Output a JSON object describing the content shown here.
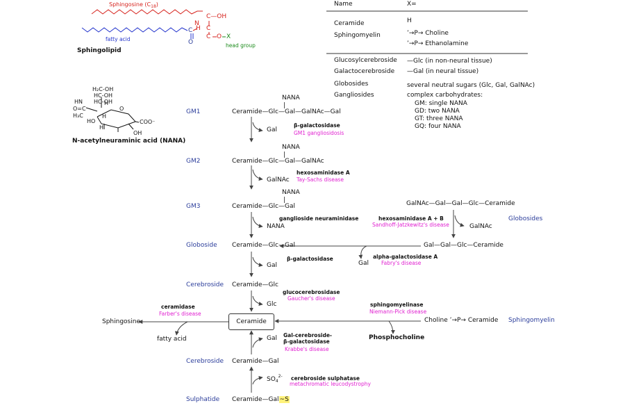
{
  "sphingolipid": {
    "sphingosine_label": "Sphingosine (C",
    "sphingosine_sub": "18",
    "sphingosine_close": ")",
    "c1": "C",
    "oh1": "OH",
    "hn": "HN",
    "h": "H",
    "c2": "C",
    "c3": "C",
    "ox": "O",
    "x": "X",
    "carbonyl_c": "C",
    "carbonyl_o": "O",
    "fatty_acid": "fatty acid",
    "head_group": "head group",
    "title": "Sphingolipid"
  },
  "nana": {
    "h3c_oh": "H₂C-OH",
    "hc_oh1": "HC-OH",
    "hc_oh2": "HC-OH",
    "hn": "HN",
    "oc": "O=C",
    "h3c": "H₃C",
    "ho": "HO",
    "h1": "H",
    "h2": "H",
    "h3": "H",
    "o": "O",
    "coo": "COO⁻",
    "oh": "OH",
    "title": "N-acetylneuraminic acid (NANA)"
  },
  "table": {
    "col_name": "Name",
    "col_x": "X=",
    "rows": [
      {
        "name": "Ceramide",
        "x": "H"
      },
      {
        "name": "Sphingomyelin",
        "x": "’→P→ Choline"
      },
      {
        "name": "",
        "x": "’→P→ Ethanolamine"
      },
      {
        "name": "Glucosylcerebroside",
        "x": "—Glc    (in non-neural tissue)"
      },
      {
        "name": "Galactocerebroside",
        "x": "—Gal    (in neural tissue)"
      },
      {
        "name": "Globosides",
        "x": "several neutral sugars (Glc, Gal, GalNAc)"
      },
      {
        "name": "Gangliosides",
        "x": "complex carbohydrates:"
      }
    ],
    "gangliosides": [
      "GM: single NANA",
      "GD: two NANA",
      "GT: three NANA",
      "GQ: four NANA"
    ]
  },
  "pathway": {
    "labels": {
      "gm1": "GM1",
      "gm2": "GM2",
      "gm3": "GM3",
      "globoside": "Globoside",
      "cerebroside1": "Cerebroside",
      "cerebroside2": "Cerebroside",
      "sulphatide": "Sulphatide",
      "globosides_right": "Globosides",
      "sphingomyelin_right": "Sphingomyelin"
    },
    "gm1": {
      "chain": "Ceramide—Glc—Gal—GalNAc—Gal",
      "nana": "NANA"
    },
    "gm1_step": {
      "removed": "Gal",
      "enzyme": "β-galactosidase",
      "disease": "GM1 gangliosidosis"
    },
    "gm2": {
      "chain": "Ceramide—Glc—Gal—GalNAc",
      "nana": "NANA"
    },
    "gm2_step": {
      "removed": "GalNAc",
      "enzyme": "hexosaminidase A",
      "disease": "Tay-Sachs disease"
    },
    "gm3": {
      "chain": "Ceramide—Glc—Gal",
      "nana": "NANA"
    },
    "gm3_step": {
      "removed": "NANA",
      "enzyme": "ganglioside neuraminidase"
    },
    "globo_top": "GalNAc—Gal—Gal—Glc—Ceramide",
    "globo_step": {
      "removed": "GalNAc",
      "enzyme": "hexosaminidase A + B",
      "disease": "Sandhoff-Jatzkewitz's disease"
    },
    "globo_mid": "Gal—Gal—Glc—Ceramide",
    "alpha_step": {
      "removed": "Gal",
      "enzyme": "alpha-galactosidase A",
      "disease": "Fabry's disease"
    },
    "globoside_chain": "Ceramide—Glc—Gal",
    "globoside_step": {
      "removed": "Gal",
      "enzyme": "β-galactosidase"
    },
    "cerebroside_chain": "Ceramide—Glc",
    "cerebroside_step": {
      "removed": "Glc",
      "enzyme": "glucocerebrosidase",
      "disease": "Gaucher's disease"
    },
    "ceramide": "Ceramide",
    "ceramidase": {
      "enzyme": "ceramidase",
      "disease": "Farber's disease"
    },
    "sphingosine": "Sphingosine",
    "fatty_acid": "fatty acid",
    "sphingomyelinase": {
      "enzyme": "sphingomyelinase",
      "disease": "Niemann-Pick disease"
    },
    "choline_chain": "Choline ’→P→ Ceramide",
    "phosphocholine": "Phosphocholine",
    "gal_step": {
      "removed": "Gal",
      "enzyme1": "Gal-cerebroside-",
      "enzyme2": "β-galactosidase",
      "disease": "Krabbe's disease"
    },
    "cerebroside2_chain": "Ceramide—Gal",
    "sulph_step": {
      "removed": "SO",
      "sub": "4",
      "sup": "2-",
      "enzyme": "cerebroside sulphatase",
      "disease": "metachromatic leucodystrophy"
    },
    "sulphatide_chain_a": "Ceramide—Gal",
    "sulphatide_chain_b": "~S"
  },
  "colors": {
    "label_blue": "#2a3c9a",
    "disease_pink": "#e020d0",
    "sphingosine_red": "#d6221c",
    "head_green": "#1a8a1a",
    "fatty_blue": "#2233cc",
    "highlight": "#fff27a"
  }
}
